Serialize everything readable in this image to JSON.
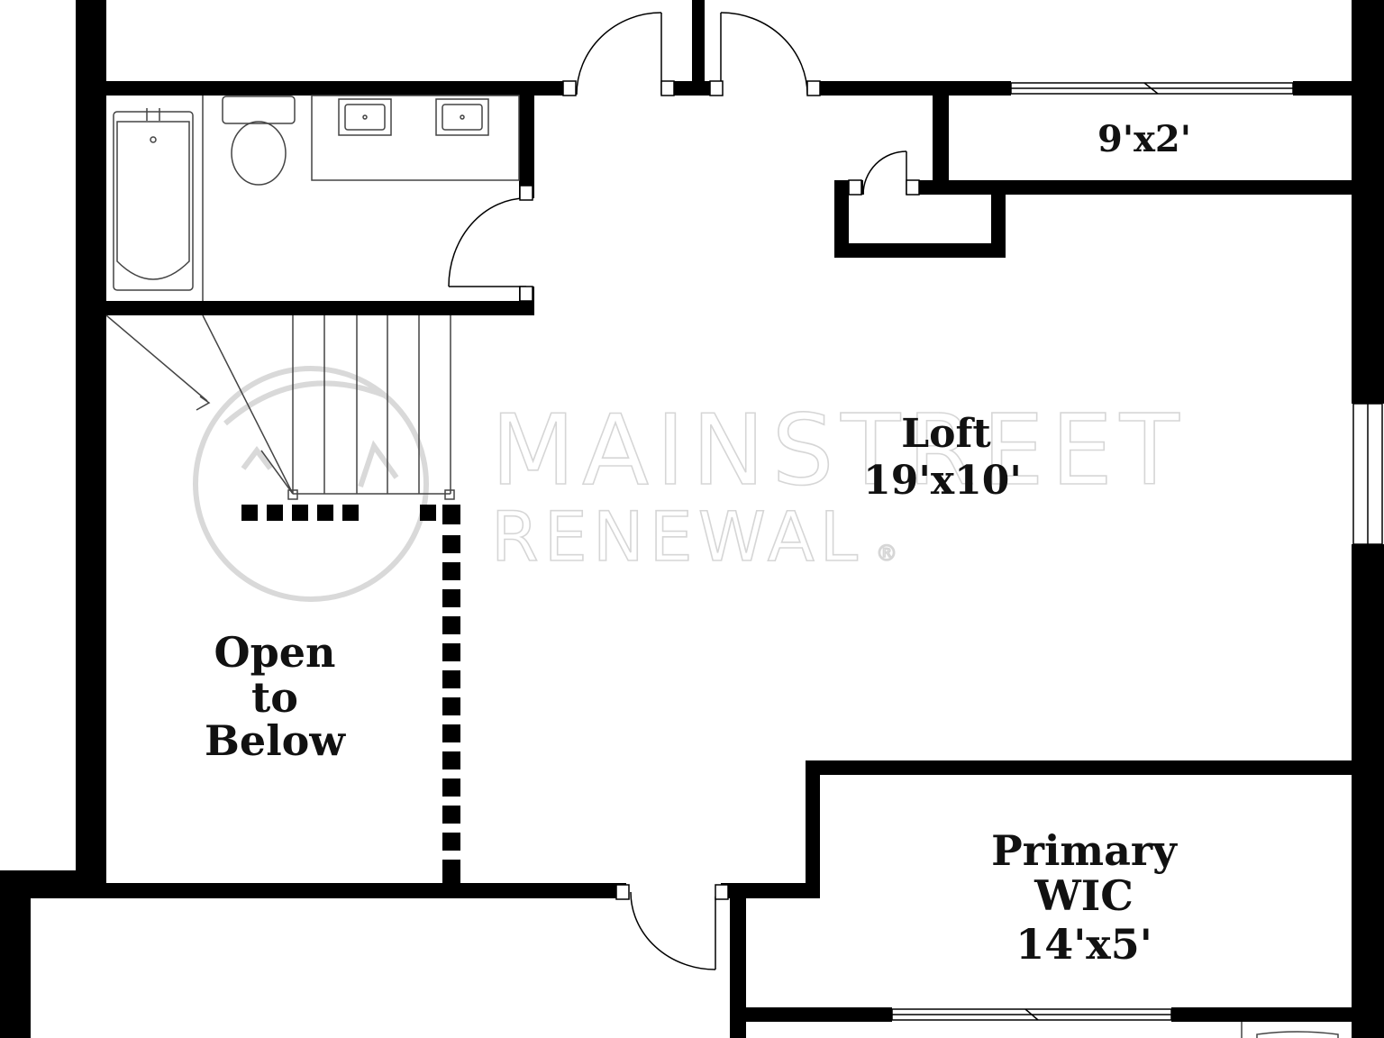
{
  "floorplan": {
    "rooms": {
      "storage": {
        "dims": "9'x2'"
      },
      "loft": {
        "name": "Loft",
        "dims": "19'x10'"
      },
      "open_to_below": {
        "line1": "Open",
        "line2": "to",
        "line3": "Below"
      },
      "primary_wic": {
        "line1": "Primary",
        "line2": "WIC",
        "dims": "14'x5'"
      }
    },
    "watermark": {
      "line1": "MAINSTREET",
      "line2": "RENEWAL",
      "mark": "®"
    }
  },
  "colors": {
    "wall": "#000000",
    "fixture_line": "#444444",
    "background": "#ffffff",
    "watermark": "#d6d6d6"
  }
}
